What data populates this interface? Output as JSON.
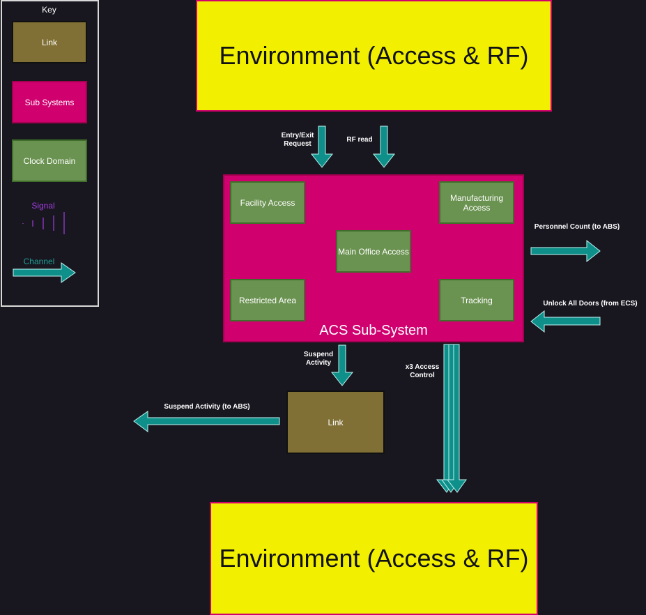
{
  "key": {
    "title": "Key",
    "link_label": "Link",
    "subsystems_label": "Sub Systems",
    "clock_domain_label": "Clock Domain",
    "signal_label": "Signal",
    "channel_label": "Channel"
  },
  "environment_top": {
    "label": "Environment (Access & RF)"
  },
  "environment_bottom": {
    "label": "Environment (Access & RF)"
  },
  "acs": {
    "title": "ACS Sub-System",
    "facility_access": "Facility Access",
    "manufacturing_access": "Manufacturing Access",
    "main_office_access": "Main Office Access",
    "restricted_area": "Restricted Area",
    "tracking": "Tracking"
  },
  "link_box": {
    "label": "Link"
  },
  "channels": {
    "entry_exit": "Entry/Exit Request",
    "rf_read": "RF read",
    "personnel_count": "Personnel Count (to ABS)",
    "unlock_all_doors": "Unlock All Doors (from ECS)",
    "suspend_activity": "Suspend Activity",
    "x3_access_control": "x3 Access Control",
    "suspend_activity_abs": "Suspend Activity (to ABS)"
  },
  "colors": {
    "background": "#18161f",
    "link": "#807035",
    "subsystem": "#d0006f",
    "clock_domain": "#6a9250",
    "environment": "#f2f000",
    "channel": "#0f8f8a",
    "signal": "#a23ee0"
  }
}
